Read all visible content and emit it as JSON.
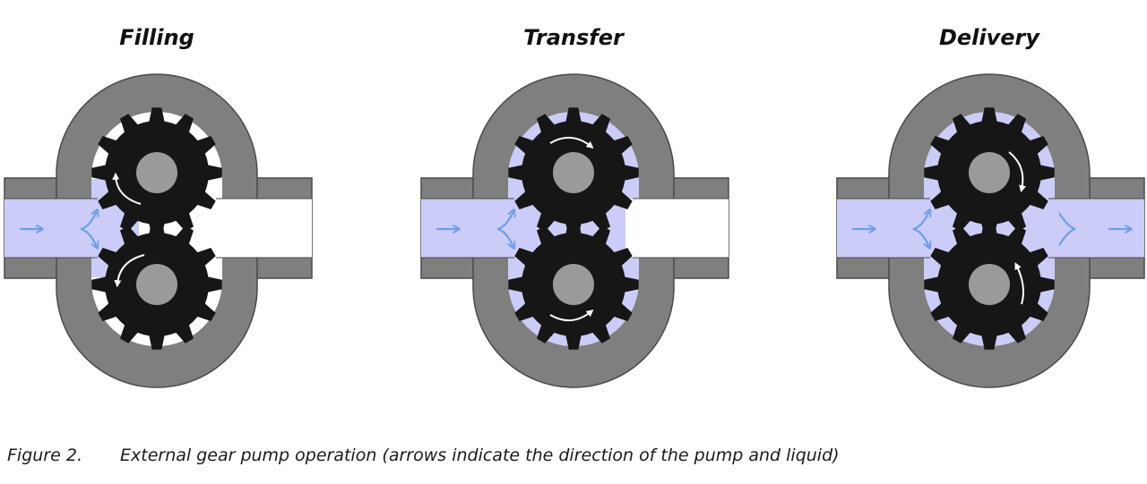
{
  "stages": [
    {
      "title": "Filling"
    },
    {
      "title": "Transfer"
    },
    {
      "title": "Delivery"
    }
  ],
  "caption": {
    "label": "Figure 2.",
    "text": "External gear pump operation (arrows indicate the direction of the pump and liquid)"
  },
  "colors": {
    "casing": "#7f7f7f",
    "casing_outline": "#4a4a4a",
    "liquid": "#ccccf8",
    "gear": "#161616",
    "hub": "#9a9a9a",
    "flow_arrow": "#6f9fe6",
    "rotation_arrow": "#ffffff"
  }
}
